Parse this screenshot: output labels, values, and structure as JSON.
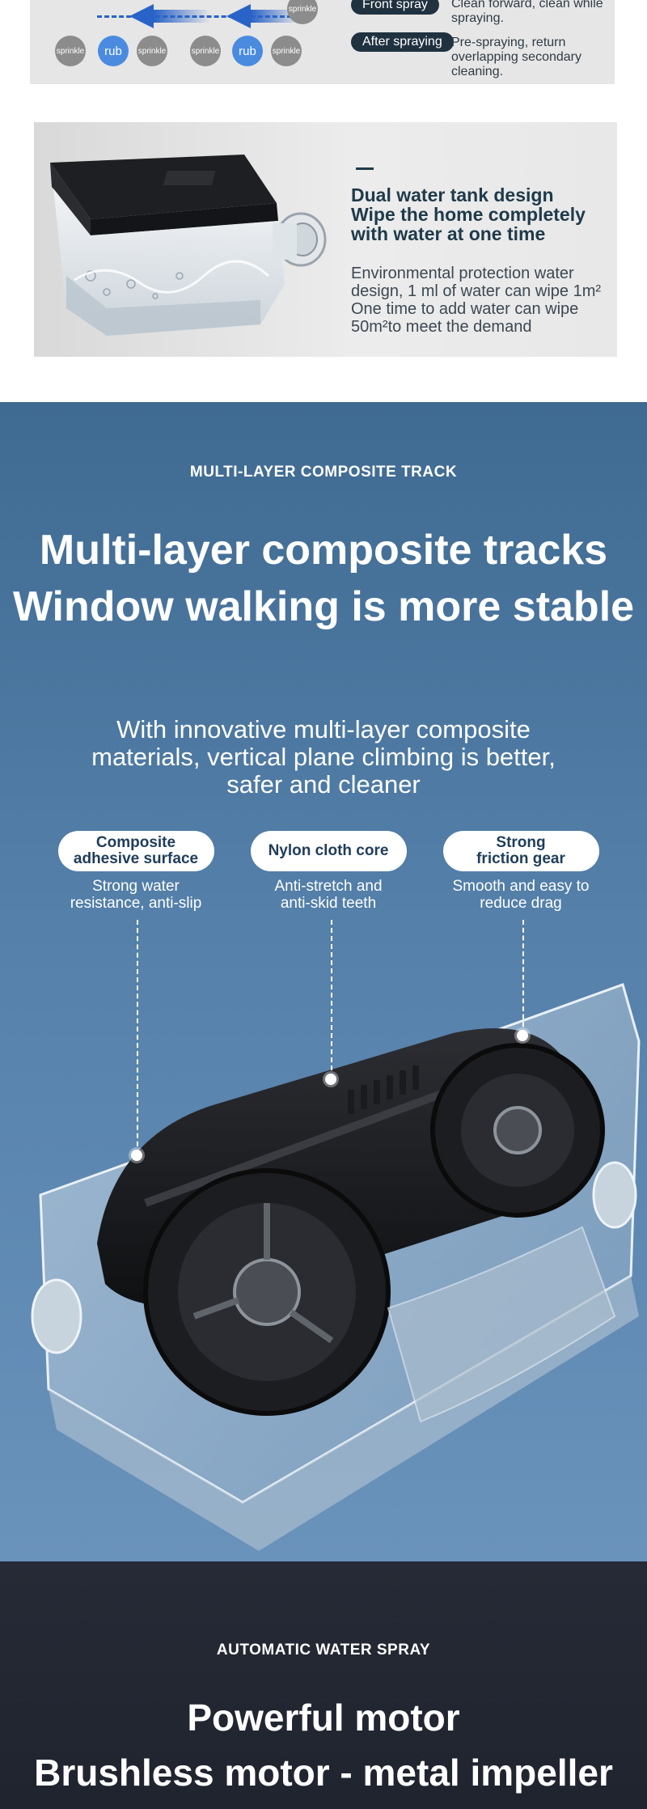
{
  "spray": {
    "dots_top": [
      "sprinkle"
    ],
    "dots_bottom": [
      "sprinkle",
      "rub",
      "sprinkle",
      "sprinkle",
      "rub",
      "sprinkle"
    ],
    "front_label": "Front spray",
    "front_text": "Clean forward, clean while spraying.",
    "front_lines": [
      "Clean forward, clean while",
      "spraying."
    ],
    "after_label": "After spraying",
    "after_lines": [
      "Pre-spraying, return",
      "overlapping secondary",
      "cleaning."
    ]
  },
  "tank": {
    "title_lines": [
      "Dual water tank design",
      "Wipe the home completely",
      "with water at one time"
    ],
    "body_lines": [
      "Environmental protection water",
      "design, 1 ml of water can wipe 1m²",
      "One time to add water can wipe",
      "50m²to meet the demand"
    ]
  },
  "tracks": {
    "kicker": "MULTI-LAYER COMPOSITE TRACK",
    "headline_lines": [
      "Multi-layer composite tracks",
      "Window walking is more stable"
    ],
    "intro_lines": [
      "With innovative multi-layer composite",
      "materials, vertical plane climbing is better,",
      "safer and cleaner"
    ],
    "features": [
      {
        "title_lines": [
          "Composite",
          "adhesive surface"
        ],
        "desc_lines": [
          "Strong water",
          "resistance, anti-slip"
        ]
      },
      {
        "title_lines": [
          "Nylon cloth core"
        ],
        "desc_lines": [
          "Anti-stretch and",
          "anti-skid teeth"
        ]
      },
      {
        "title_lines": [
          "Strong",
          "friction gear"
        ],
        "desc_lines": [
          "Smooth and easy to",
          "reduce drag"
        ]
      }
    ]
  },
  "motor": {
    "kicker": "AUTOMATIC WATER SPRAY",
    "headline_lines": [
      "Powerful motor",
      "Brushless motor - metal impeller"
    ]
  },
  "colors": {
    "accent_blue": "#2a63c7",
    "dark_navy": "#1f3a4a",
    "track_bg": "#4f7ba5",
    "motor_bg": "#242833"
  }
}
